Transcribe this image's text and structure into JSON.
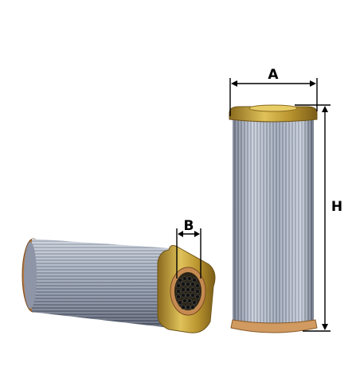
{
  "labels": {
    "dimension_a": "A",
    "dimension_b": "B",
    "dimension_h": "H"
  },
  "colors": {
    "media_light": "#c9d0dc",
    "media_mid": "#8e98aa",
    "media_dark": "#5e6678",
    "endcap_gold": "#c9a73a",
    "endcap_dark": "#8a6a1e",
    "dimension_line": "#000000"
  }
}
